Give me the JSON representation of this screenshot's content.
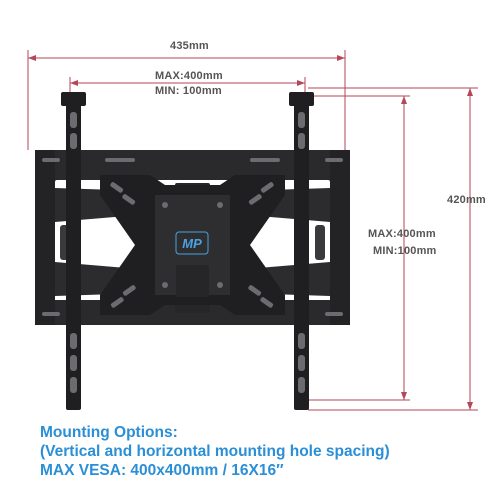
{
  "dimensions": {
    "total_width": "435mm",
    "horizontal_max": "MAX:400mm",
    "horizontal_min": "MIN: 100mm",
    "total_height": "420mm",
    "vertical_max": "MAX:400mm",
    "vertical_min": "MIN:100mm"
  },
  "logo": {
    "lettering": "MP"
  },
  "caption": {
    "line1": "Mounting Options:",
    "line2": "(Vertical and horizontal mounting hole spacing)",
    "line3": "MAX VESA: 400x400mm / 16X16″"
  },
  "colors": {
    "dimension_line": "#b5475a",
    "dimension_text": "#555555",
    "caption": "#2a8fd6",
    "mount_metal": "#1f1f21",
    "mount_highlight": "#3a3a3d",
    "logo": "#4aa3df"
  }
}
